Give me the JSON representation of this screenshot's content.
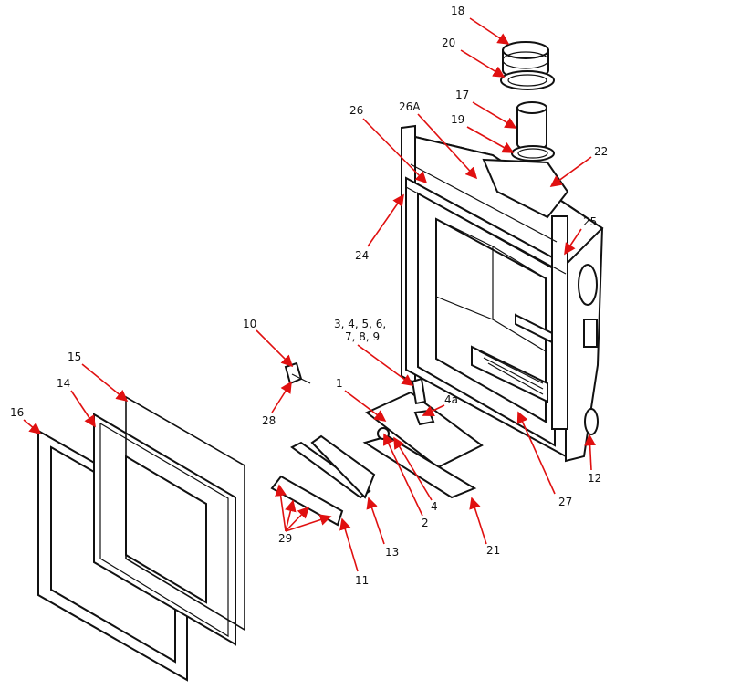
{
  "diagram": {
    "callout_color": "#e01010",
    "labels": {
      "p18": "18",
      "p20": "20",
      "p17": "17",
      "p19": "19",
      "p26a": "26A",
      "p26": "26",
      "p22": "22",
      "p24": "24",
      "p25": "25",
      "p10": "10",
      "p3to6": "3, 4, 5, 6,",
      "p7to9": "7, 8, 9",
      "p1": "1",
      "p4a": "4a",
      "p15": "15",
      "p14": "14",
      "p16": "16",
      "p28": "28",
      "p12": "12",
      "p27": "27",
      "p2": "2",
      "p4": "4",
      "p13": "13",
      "p21": "21",
      "p29": "29",
      "p11": "11"
    }
  }
}
